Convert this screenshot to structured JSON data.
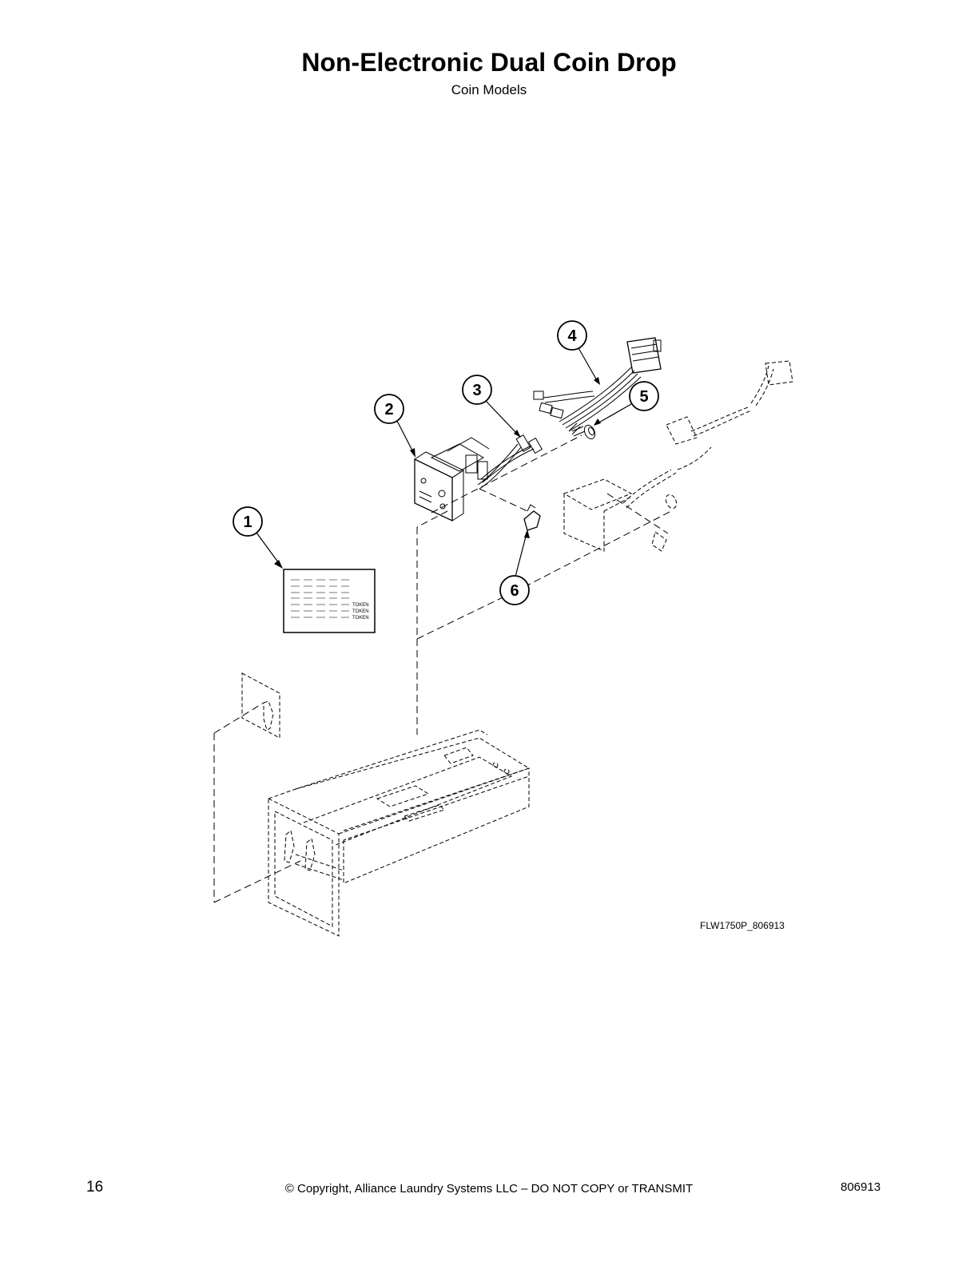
{
  "header": {
    "title": "Non-Electronic Dual Coin Drop",
    "subtitle": "Coin Models"
  },
  "diagram": {
    "callouts": [
      "1",
      "2",
      "3",
      "4",
      "5",
      "6"
    ],
    "decal_tokens": [
      "TOKEN",
      "TOKEN",
      "TOKEN"
    ],
    "figure_id": "FLW1750P_806913"
  },
  "footer": {
    "page_number": "16",
    "copyright": "© Copyright, Alliance Laundry Systems LLC – DO NOT COPY or TRANSMIT",
    "doc_number": "806913"
  }
}
